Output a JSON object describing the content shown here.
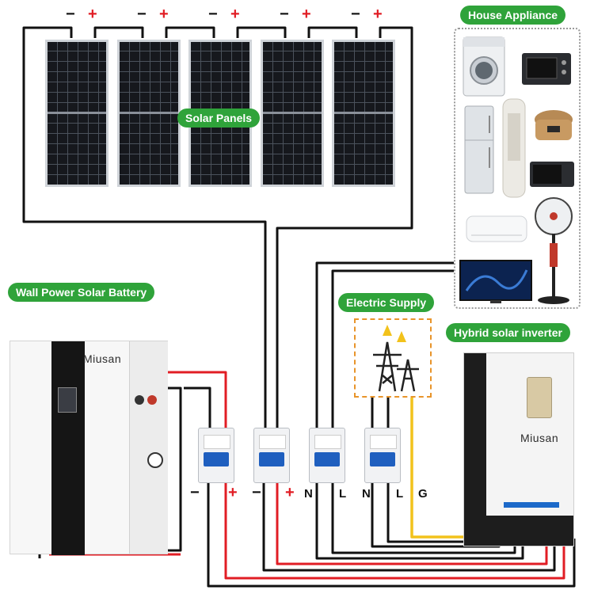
{
  "labels": {
    "solar_panels": "Solar Panels",
    "house_appliance": "House Appliance",
    "battery": "Wall Power Solar Battery",
    "electric_supply": "Electric Supply",
    "inverter": "Hybrid solar inverter"
  },
  "brand": "Miusan",
  "panel_polarity": {
    "minus": "−",
    "plus": "+"
  },
  "terminals": {
    "battery_breaker": [
      "−",
      "+"
    ],
    "panel_breaker": [
      "−",
      "+"
    ],
    "load_breaker": [
      "N",
      "L"
    ],
    "grid_breaker": [
      "N",
      "L",
      "G"
    ]
  },
  "colors": {
    "label_green": "#2fa33a",
    "wire_black": "#111111",
    "wire_red": "#e11d24",
    "wire_yellow": "#f2c21b",
    "dashed_orange": "#e8942a"
  },
  "appliances": [
    "washing-machine",
    "oven",
    "fridge",
    "tower-fan",
    "rice-cooker",
    "microwave",
    "air-conditioner",
    "standing-fan",
    "television"
  ]
}
